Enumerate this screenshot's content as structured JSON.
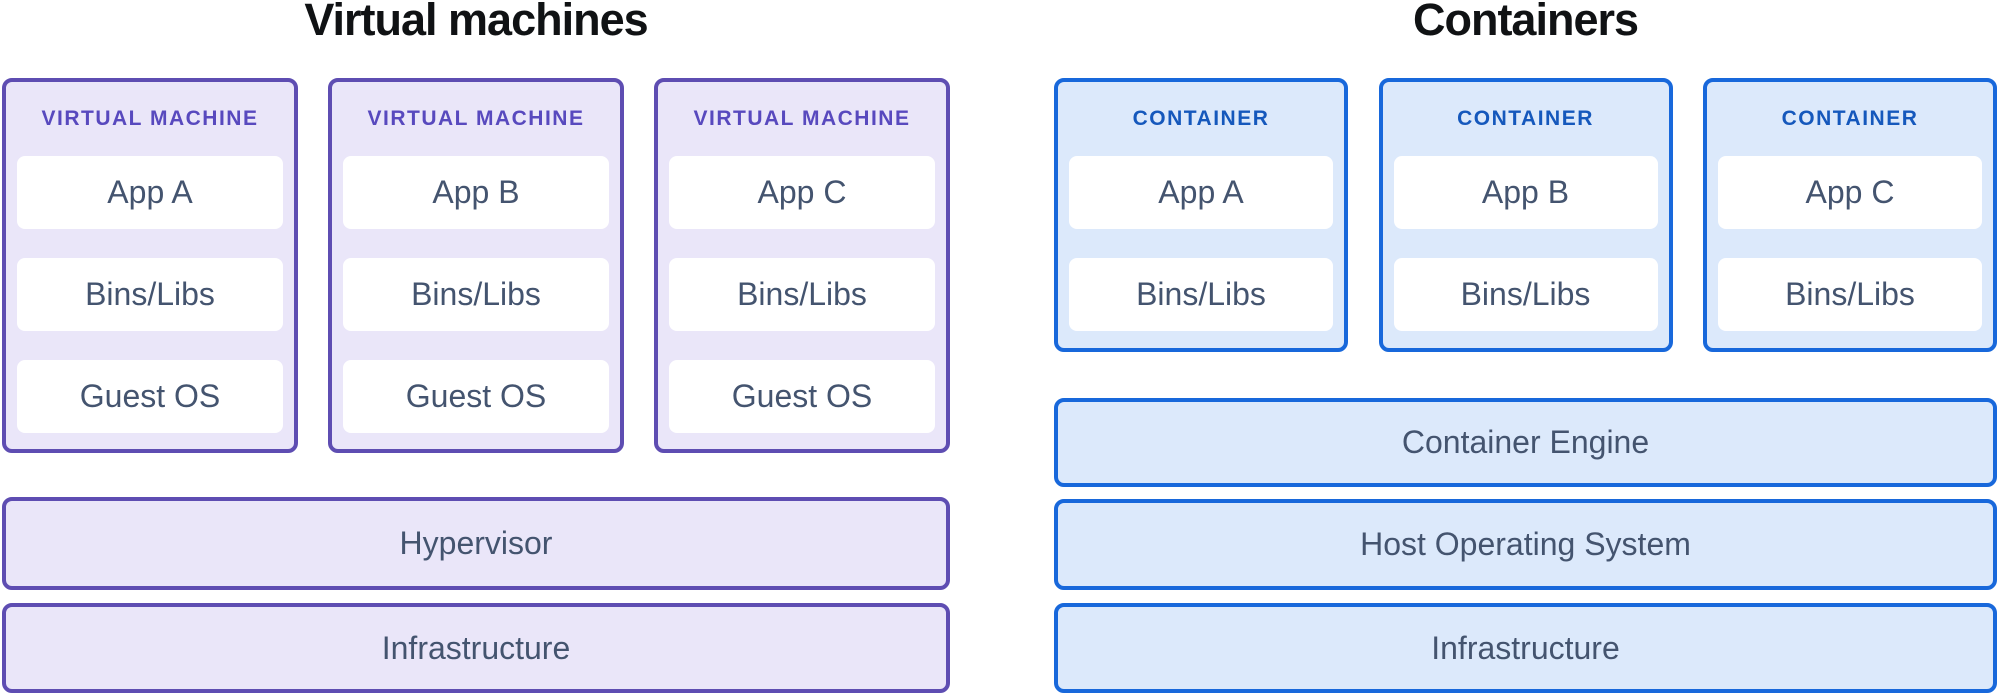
{
  "page": {
    "background": "#FFFFFF",
    "text_color": "#44546F",
    "title_color": "#101214"
  },
  "vm_section": {
    "title": "Virtual machines",
    "theme": {
      "border": "#5E4DB2",
      "fill": "#EAE6F9",
      "label_color": "#5849BE"
    },
    "columns": [
      {
        "label": "VIRTUAL MACHINE",
        "rows": [
          "App A",
          "Bins/Libs",
          "Guest OS"
        ]
      },
      {
        "label": "VIRTUAL MACHINE",
        "rows": [
          "App B",
          "Bins/Libs",
          "Guest OS"
        ]
      },
      {
        "label": "VIRTUAL MACHINE",
        "rows": [
          "App C",
          "Bins/Libs",
          "Guest OS"
        ]
      }
    ],
    "bars": [
      "Hypervisor",
      "Infrastructure"
    ]
  },
  "containers_section": {
    "title": "Containers",
    "theme": {
      "border": "#1868DB",
      "fill": "#DCE9FB",
      "label_color": "#1558BC"
    },
    "columns": [
      {
        "label": "CONTAINER",
        "rows": [
          "App A",
          "Bins/Libs"
        ]
      },
      {
        "label": "CONTAINER",
        "rows": [
          "App B",
          "Bins/Libs"
        ]
      },
      {
        "label": "CONTAINER",
        "rows": [
          "App C",
          "Bins/Libs"
        ]
      }
    ],
    "bars": [
      "Container Engine",
      "Host Operating System",
      "Infrastructure"
    ]
  }
}
